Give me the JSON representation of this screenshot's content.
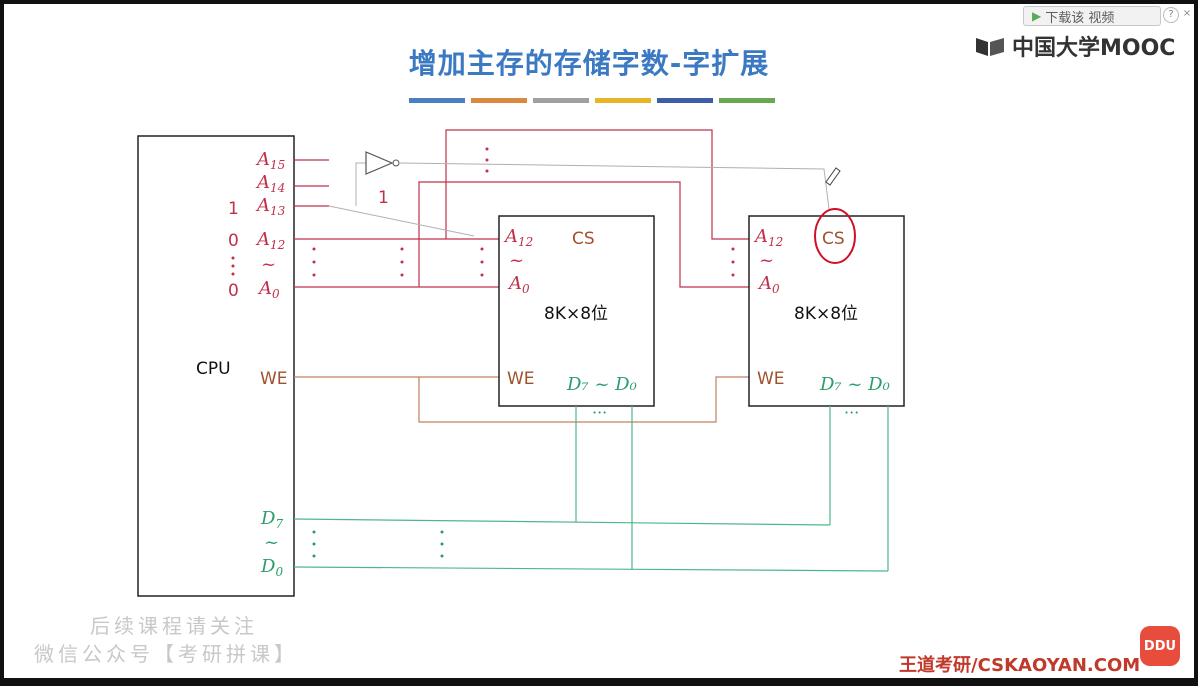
{
  "title": "增加主存的存储字数-字扩展",
  "accent_colors": [
    "#4a7fc0",
    "#d98a3e",
    "#a0a0a0",
    "#e8b528",
    "#3c5ea8",
    "#6aa84f"
  ],
  "logo": {
    "text": "中国大学MOOC",
    "icon": "mooc-book-icon"
  },
  "download": {
    "label": "下载该 视频",
    "play_icon": "play-icon",
    "help": "?",
    "close": "×"
  },
  "diagram": {
    "cpu_label": "CPU",
    "cpu_addr_pins": [
      {
        "letter": "A",
        "sub": "15"
      },
      {
        "letter": "A",
        "sub": "14"
      },
      {
        "letter": "A",
        "sub": "13"
      },
      {
        "letter": "A",
        "sub": "12"
      },
      {
        "letter": "A",
        "sub": "0"
      }
    ],
    "tilde": "~",
    "addr_values": [
      "1",
      "0",
      "0"
    ],
    "inverter_output_value": "1",
    "we_label": "WE",
    "data_pins": [
      {
        "letter": "D",
        "sub": "7"
      },
      {
        "letter": "D",
        "sub": "0"
      }
    ],
    "chips": [
      {
        "a_high": {
          "letter": "A",
          "sub": "12"
        },
        "a_low": {
          "letter": "A",
          "sub": "0"
        },
        "cs": "CS",
        "size": "8K×8位",
        "we": "WE",
        "data": "D₇ ~ D₀"
      },
      {
        "a_high": {
          "letter": "A",
          "sub": "12"
        },
        "a_low": {
          "letter": "A",
          "sub": "0"
        },
        "cs": "CS",
        "size": "8K×8位",
        "we": "WE",
        "data": "D₇ ~ D₀"
      }
    ],
    "ellipsis": "···"
  },
  "watermark": [
    "后续课程请关注",
    "微信公众号【考研拼课】"
  ],
  "footer": {
    "brand": "王道考研",
    "site": "/CSKAOYAN.COM"
  },
  "badge": "DDU",
  "colors": {
    "addr": "#c0304a",
    "we": "#a0522d",
    "data": "#2a9d6a",
    "circle": "#d0102a",
    "line_gray": "#999999"
  }
}
